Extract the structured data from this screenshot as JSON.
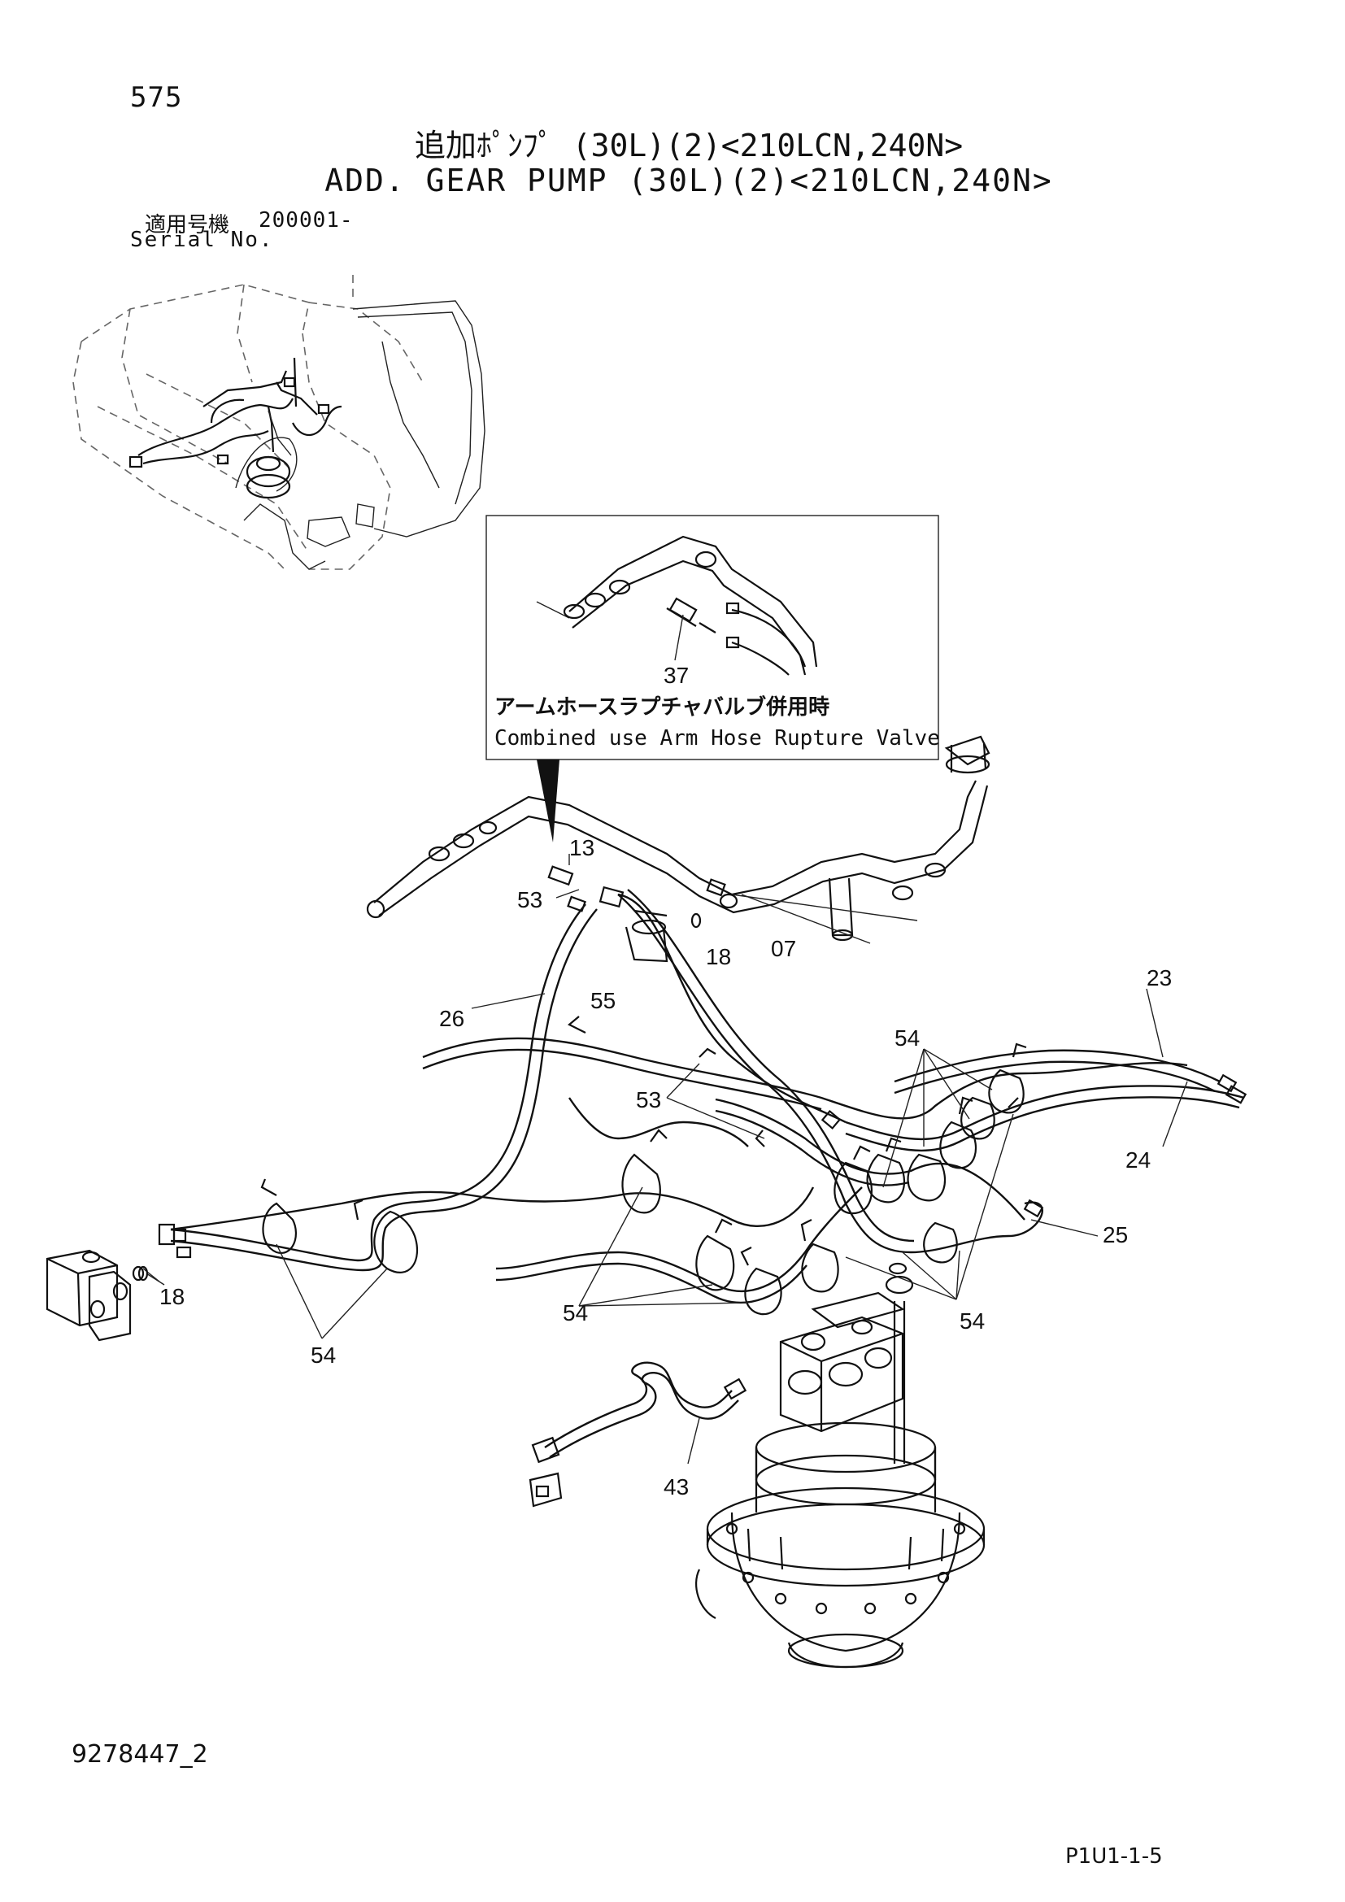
{
  "header": {
    "page_number": "575",
    "title_jp": "追加ﾎﾟﾝﾌﾟ (30L)(2)<210LCN,240N>",
    "title_en": "ADD. GEAR PUMP (30L)(2)<210LCN,240N>",
    "serial_label_jp": "適用号機",
    "serial_label_en": "Serial No.",
    "serial_value": "200001-"
  },
  "inset": {
    "note_jp": "アームホースラプチャバルブ併用時",
    "note_en": "Combined use Arm Hose Rupture Valve",
    "callout": "37"
  },
  "callouts": {
    "c13": "13",
    "c53a": "53",
    "c55": "55",
    "c18a": "18",
    "c07": "07",
    "c26": "26",
    "c23": "23",
    "c54a": "54",
    "c53b": "53",
    "c24": "24",
    "c25": "25",
    "c18b": "18",
    "c54b": "54",
    "c54c": "54",
    "c54d": "54",
    "c43": "43"
  },
  "footer": {
    "doc_id": "9278447_2",
    "page_ref": "P1U1-1-5"
  }
}
